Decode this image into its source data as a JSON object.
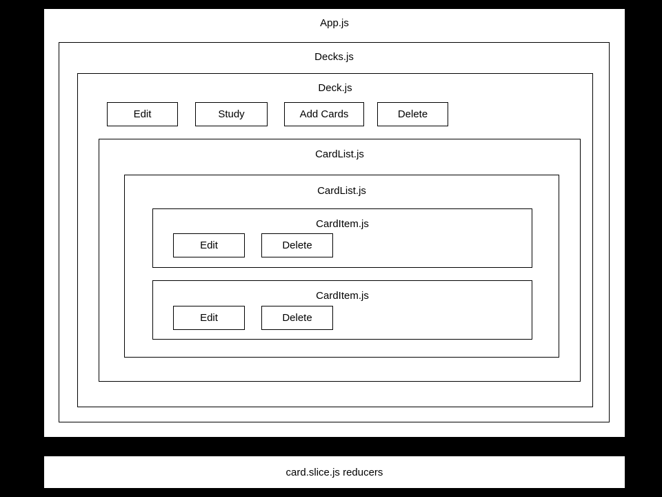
{
  "diagram": {
    "app": {
      "title": "App.js"
    },
    "decks": {
      "title": "Decks.js"
    },
    "deck": {
      "title": "Deck.js",
      "buttons": [
        {
          "label": "Edit"
        },
        {
          "label": "Study"
        },
        {
          "label": "Add Cards"
        },
        {
          "label": "Delete"
        }
      ]
    },
    "cardlist_outer": {
      "title": "CardList.js"
    },
    "cardlist_inner": {
      "title": "CardList.js"
    },
    "card_items": [
      {
        "title": "CardItem.js",
        "buttons": [
          {
            "label": "Edit"
          },
          {
            "label": "Delete"
          }
        ]
      },
      {
        "title": "CardItem.js",
        "buttons": [
          {
            "label": "Edit"
          },
          {
            "label": "Delete"
          }
        ]
      }
    ],
    "footer": {
      "title": "card.slice.js reducers"
    },
    "colors": {
      "background": "#000000",
      "box_fill": "#ffffff",
      "border": "#000000",
      "text": "#000000"
    }
  }
}
